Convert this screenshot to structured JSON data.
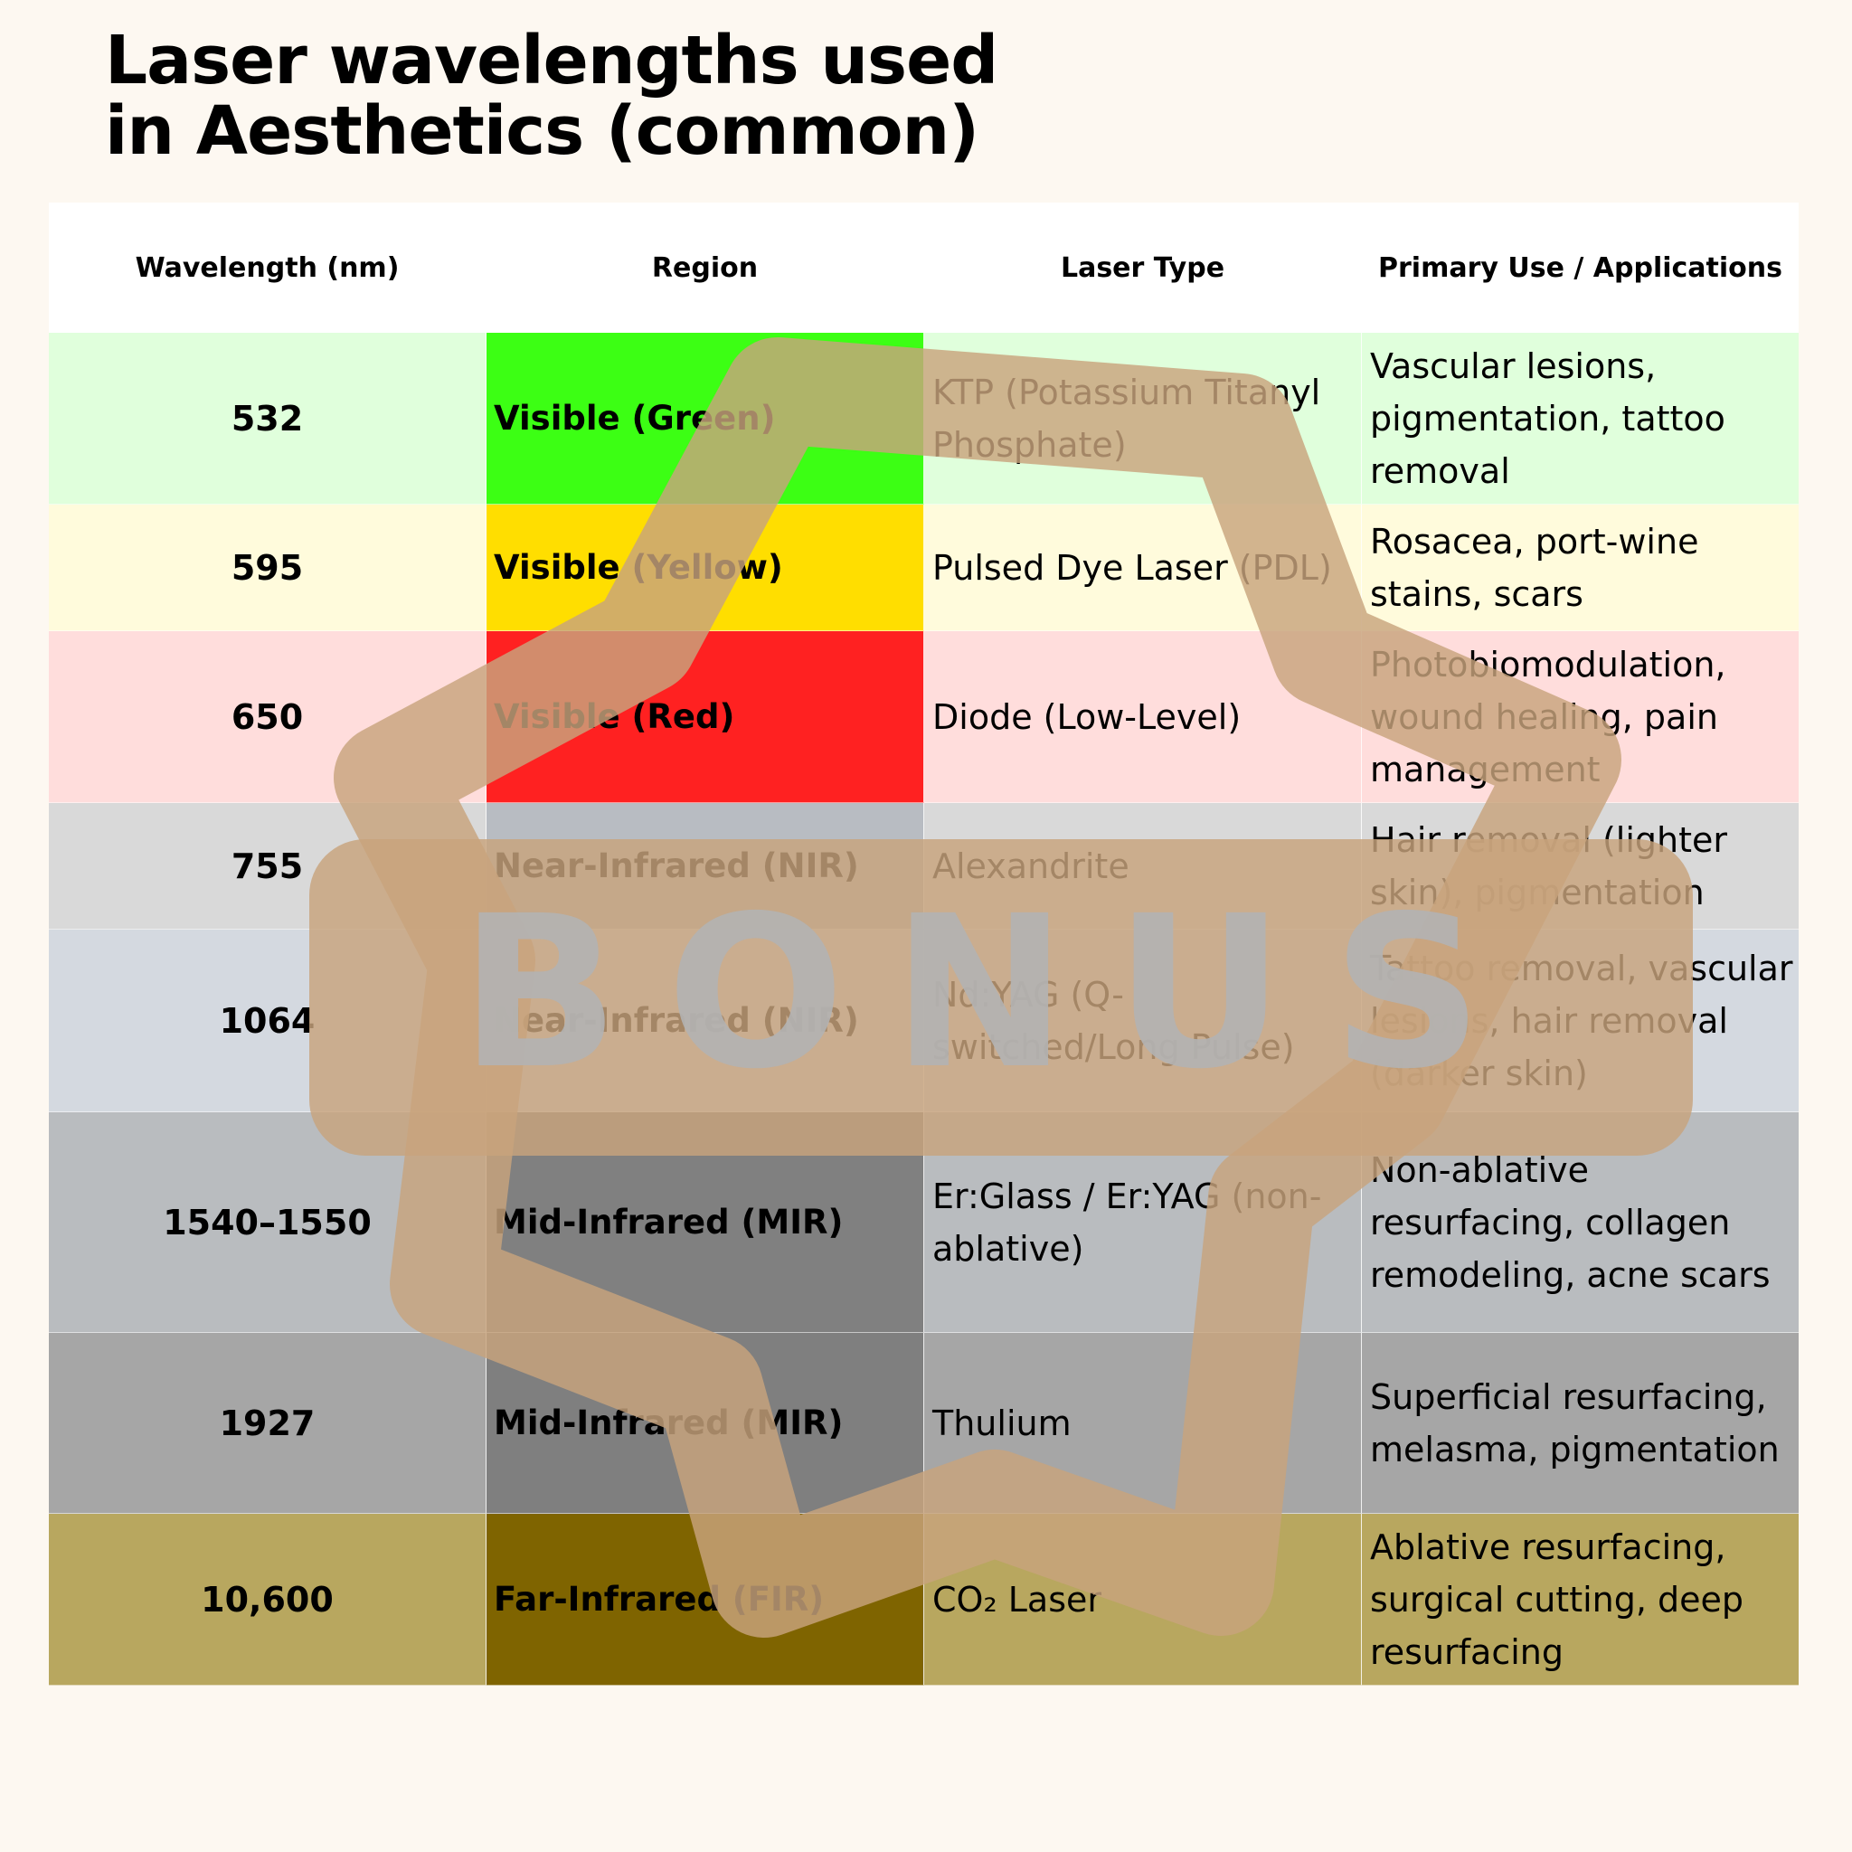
{
  "title_line1": "Laser wavelengths used",
  "title_line2": "in Aesthetics (common)",
  "headers": {
    "wavelength": "Wavelength (nm)",
    "region": "Region",
    "laser_type": "Laser Type",
    "use": "Primary Use / Applications"
  },
  "rows": [
    {
      "wavelength": "532",
      "region": "Visible (Green)",
      "laser_type": "KTP (Potassium Titanyl Phosphate)",
      "use": "Vascular lesions, pigmentation, tattoo removal",
      "row_color": "#e0ffdc",
      "region_color": "#3cff14"
    },
    {
      "wavelength": "595",
      "region": "Visible (Yellow)",
      "laser_type": "Pulsed Dye Laser (PDL)",
      "use": "Rosacea, port-wine stains, scars",
      "row_color": "#fffbdc",
      "region_color": "#ffde00"
    },
    {
      "wavelength": "650",
      "region": "Visible (Red)",
      "laser_type": "Diode (Low-Level)",
      "use": "Photobiomodulation, wound healing, pain management",
      "row_color": "#ffdddc",
      "region_color": "#ff2121"
    },
    {
      "wavelength": "755",
      "region": "Near-Infrared (NIR)",
      "laser_type": "Alexandrite",
      "use": "Hair removal (lighter skin), pigmentation",
      "row_color": "#d9d9d9",
      "region_color": "#b8bcc2"
    },
    {
      "wavelength": "1064",
      "region": "Near-Infrared (NIR)",
      "laser_type": "Nd:YAG (Q-switched/Long Pulse)",
      "use": "Tattoo removal, vascular lesions, hair removal (darker skin)",
      "row_color": "#d4d9e0",
      "region_color": "#d4d9e0"
    },
    {
      "wavelength": "1540–1550",
      "region": "Mid-Infrared (MIR)",
      "laser_type": "Er:Glass / Er:YAG (non-ablative)",
      "use": "Non-ablative resurfacing, collagen remodeling, acne scars",
      "row_color": "#b9bcbf",
      "region_color": "#808080"
    },
    {
      "wavelength": "1927",
      "region": "Mid-Infrared (MIR)",
      "laser_type": "Thulium",
      "use": "Superficial resurfacing, melasma, pigmentation",
      "row_color": "#a6a6a6",
      "region_color": "#7f7f7f"
    },
    {
      "wavelength": "10,600",
      "region": "Far-Infrared (FIR)",
      "laser_type": "CO₂ Laser",
      "use": "Ablative resurfacing, surgical cutting, deep resurfacing",
      "row_color": "#b8a75f",
      "region_color": "#7f6400"
    }
  ],
  "watermark": {
    "text": "BONUS",
    "badge_color": "#c8a47c",
    "icon": "starburst-badge-icon"
  }
}
